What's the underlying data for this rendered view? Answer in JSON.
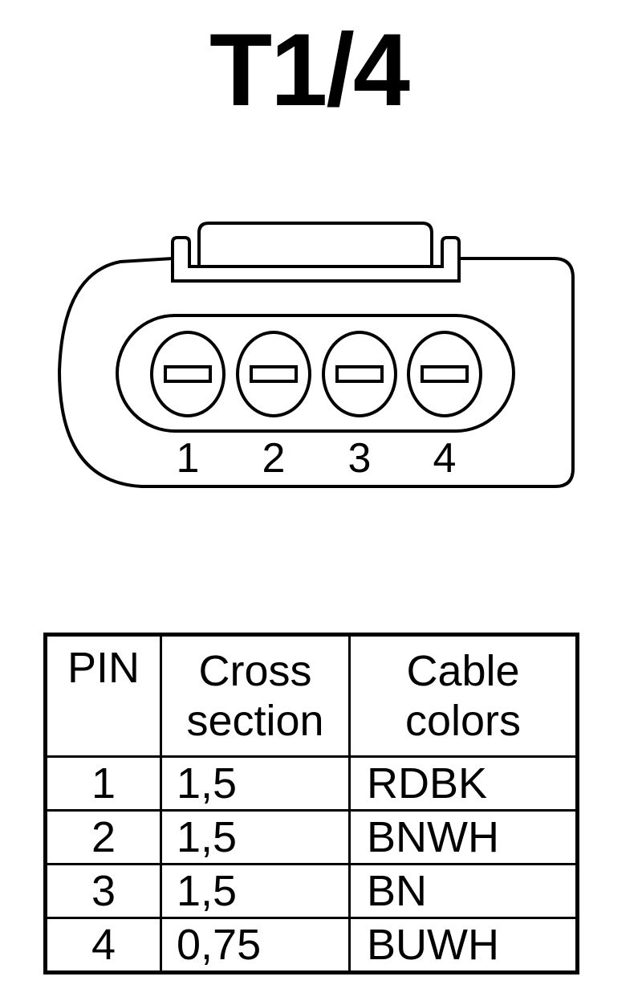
{
  "title": "T1/4",
  "connector": {
    "pin_numbers": [
      "1",
      "2",
      "3",
      "4"
    ]
  },
  "table": {
    "headers": {
      "pin": "PIN",
      "cross_section_line1": "Cross",
      "cross_section_line2": "section",
      "cable_colors_line1": "Cable",
      "cable_colors_line2": "colors"
    },
    "rows": [
      {
        "pin": "1",
        "cross_section": "1,5",
        "color": "RDBK"
      },
      {
        "pin": "2",
        "cross_section": "1,5",
        "color": "BNWH"
      },
      {
        "pin": "3",
        "cross_section": "1,5",
        "color": "BN"
      },
      {
        "pin": "4",
        "cross_section": "0,75",
        "color": "BUWH"
      }
    ]
  },
  "colors": {
    "line": "#000000",
    "background": "#ffffff"
  }
}
